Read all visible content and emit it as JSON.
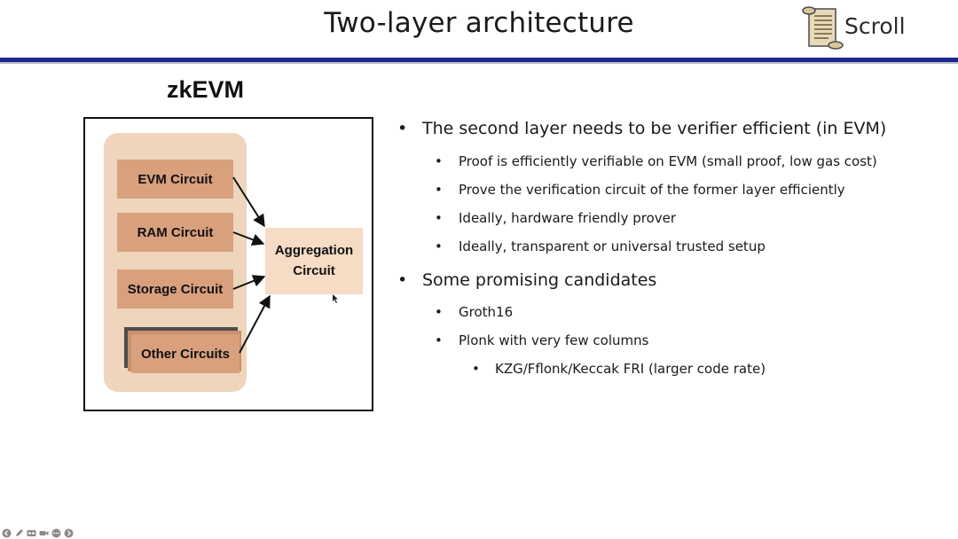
{
  "slide": {
    "title": "Two-layer architecture"
  },
  "logo": {
    "text": "Scroll",
    "icon": "scroll-icon"
  },
  "diagram": {
    "title": "zkEVM",
    "circuits": [
      {
        "label": "EVM Circuit"
      },
      {
        "label": "RAM Circuit"
      },
      {
        "label": "Storage Circuit"
      },
      {
        "label": "Other Circuits"
      }
    ],
    "aggregation": {
      "line1": "Aggregation",
      "line2": "Circuit"
    },
    "colors": {
      "group_bg": "#efd5bb",
      "circuit_bg": "#d9a07e",
      "aggregation_bg": "#f6dcc4"
    }
  },
  "bullets": [
    {
      "level": 1,
      "text": "The second layer needs to be verifier efficient (in EVM)"
    },
    {
      "level": 2,
      "text": "Proof is efficiently verifiable on EVM (small proof, low gas cost)"
    },
    {
      "level": 2,
      "text": "Prove the verification circuit of the former layer efficiently"
    },
    {
      "level": 2,
      "text": "Ideally, hardware friendly prover"
    },
    {
      "level": 2,
      "text": "Ideally, transparent or universal trusted setup"
    },
    {
      "level": 1,
      "text": "Some promising candidates"
    },
    {
      "level": 2,
      "text": "Groth16"
    },
    {
      "level": 2,
      "text": "Plonk with very few columns"
    },
    {
      "level": 3,
      "text": "KZG/Fflonk/Keccak FRI (larger code rate)"
    }
  ],
  "player_controls": [
    {
      "icon": "previous-icon"
    },
    {
      "icon": "pen-icon"
    },
    {
      "icon": "captions-icon"
    },
    {
      "icon": "camera-icon"
    },
    {
      "icon": "more-icon"
    },
    {
      "icon": "next-icon"
    }
  ],
  "theme": {
    "header_bar": "#1b2a8f"
  }
}
